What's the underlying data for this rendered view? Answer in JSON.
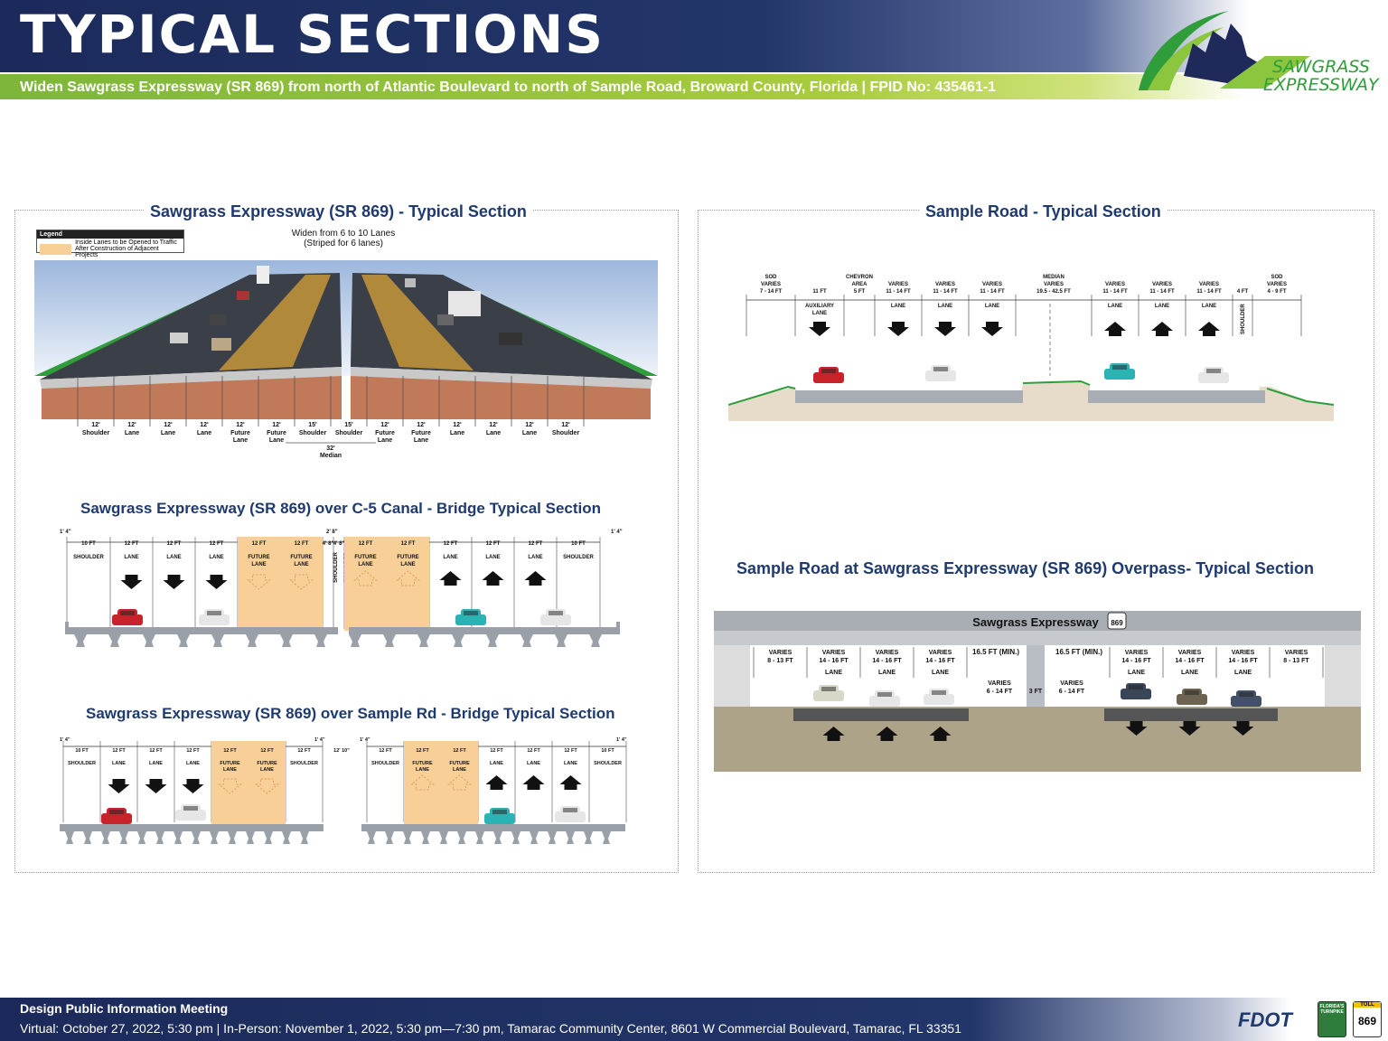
{
  "header": {
    "title": "TYPICAL SECTIONS",
    "subtitle": "Widen Sawgrass Expressway (SR 869) from north of Atlantic Boulevard to north of Sample Road, Broward County, Florida | FPID No: 435461-1",
    "logo_text_1": "SAWGRASS",
    "logo_text_2": "EXPRESSWAY"
  },
  "left_panel": {
    "title": "Sawgrass Expressway (SR 869) - Typical Section",
    "legend_header": "Legend",
    "legend_item_1": "Inside Lanes to be Opened to Traffic",
    "legend_item_2": "After Construction of Adjacent Projects",
    "widen_note_1": "Widen from 6 to 10 Lanes",
    "widen_note_2": "(Striped for 6 lanes)",
    "main_labels": [
      {
        "w": "12'",
        "t": "Shoulder",
        "t2": ""
      },
      {
        "w": "12'",
        "t": "Lane",
        "t2": ""
      },
      {
        "w": "12'",
        "t": "Lane",
        "t2": ""
      },
      {
        "w": "12'",
        "t": "Lane",
        "t2": ""
      },
      {
        "w": "12'",
        "t": "Future",
        "t2": "Lane"
      },
      {
        "w": "12'",
        "t": "Future",
        "t2": "Lane"
      },
      {
        "w": "15'",
        "t": "Shoulder",
        "t2": ""
      },
      {
        "w": "15'",
        "t": "Shoulder",
        "t2": ""
      },
      {
        "w": "12'",
        "t": "Future",
        "t2": "Lane"
      },
      {
        "w": "12'",
        "t": "Future",
        "t2": "Lane"
      },
      {
        "w": "12'",
        "t": "Lane",
        "t2": ""
      },
      {
        "w": "12'",
        "t": "Lane",
        "t2": ""
      },
      {
        "w": "12'",
        "t": "Lane",
        "t2": ""
      },
      {
        "w": "12'",
        "t": "Shoulder",
        "t2": ""
      }
    ],
    "median_width": "32'",
    "median_label": "Median",
    "bridge1_title": "Sawgrass Expressway (SR 869) over C-5 Canal - Bridge Typical Section",
    "bridge1_labels": [
      {
        "w": "10 FT",
        "t": "SHOULDER",
        "f": false
      },
      {
        "w": "12 FT",
        "t": "LANE",
        "f": false
      },
      {
        "w": "12 FT",
        "t": "LANE",
        "f": false
      },
      {
        "w": "12 FT",
        "t": "LANE",
        "f": false
      },
      {
        "w": "12 FT",
        "t": "FUTURE LANE",
        "f": true
      },
      {
        "w": "12 FT",
        "t": "FUTURE LANE",
        "f": true
      },
      {
        "w": "4' 8\"",
        "t": "SHOULDER",
        "f": false
      },
      {
        "w": "4' 8\"",
        "t": "SHOULDER",
        "f": false
      },
      {
        "w": "12 FT",
        "t": "FUTURE LANE",
        "f": true
      },
      {
        "w": "12 FT",
        "t": "FUTURE LANE",
        "f": true
      },
      {
        "w": "12 FT",
        "t": "LANE",
        "f": false
      },
      {
        "w": "12 FT",
        "t": "LANE",
        "f": false
      },
      {
        "w": "12 FT",
        "t": "LANE",
        "f": false
      },
      {
        "w": "10 FT",
        "t": "SHOULDER",
        "f": false
      }
    ],
    "bridge1_edge": "1' 4\"",
    "bridge1_gap": "2' 8\"",
    "bridge2_title": "Sawgrass Expressway (SR 869) over Sample Rd - Bridge Typical Section",
    "bridge2_labels_left": [
      {
        "w": "10 FT",
        "t": "SHOULDER",
        "f": false
      },
      {
        "w": "12 FT",
        "t": "LANE",
        "f": false
      },
      {
        "w": "12 FT",
        "t": "LANE",
        "f": false
      },
      {
        "w": "12 FT",
        "t": "LANE",
        "f": false
      },
      {
        "w": "12 FT",
        "t": "FUTURE LANE",
        "f": true
      },
      {
        "w": "12 FT",
        "t": "FUTURE LANE",
        "f": true
      },
      {
        "w": "12 FT",
        "t": "SHOULDER",
        "f": false
      }
    ],
    "bridge2_labels_right": [
      {
        "w": "12 FT",
        "t": "SHOULDER",
        "f": false
      },
      {
        "w": "12 FT",
        "t": "FUTURE LANE",
        "f": true
      },
      {
        "w": "12 FT",
        "t": "FUTURE LANE",
        "f": true
      },
      {
        "w": "12 FT",
        "t": "LANE",
        "f": false
      },
      {
        "w": "12 FT",
        "t": "LANE",
        "f": false
      },
      {
        "w": "12 FT",
        "t": "LANE",
        "f": false
      },
      {
        "w": "10 FT",
        "t": "SHOULDER",
        "f": false
      }
    ],
    "bridge2_edge": "1' 4\"",
    "bridge2_gap": "12' 10\""
  },
  "right_panel": {
    "title": "Sample Road - Typical Section",
    "sample_labels": [
      {
        "l1": "SOD",
        "l2": "VARIES",
        "l3": "7 - 14 FT",
        "t": "",
        "dir": ""
      },
      {
        "l1": "",
        "l2": "",
        "l3": "11 FT",
        "t": "AUXILIARY LANE",
        "dir": "down"
      },
      {
        "l1": "CHEVRON",
        "l2": "AREA",
        "l3": "5 FT",
        "t": "",
        "dir": ""
      },
      {
        "l1": "",
        "l2": "VARIES",
        "l3": "11 - 14 FT",
        "t": "LANE",
        "dir": "down"
      },
      {
        "l1": "",
        "l2": "VARIES",
        "l3": "11 - 14 FT",
        "t": "LANE",
        "dir": "down"
      },
      {
        "l1": "",
        "l2": "VARIES",
        "l3": "11 - 14 FT",
        "t": "LANE",
        "dir": "down"
      },
      {
        "l1": "MEDIAN",
        "l2": "VARIES",
        "l3": "19.5 - 42.5 FT",
        "t": "",
        "dir": ""
      },
      {
        "l1": "",
        "l2": "VARIES",
        "l3": "11 - 14 FT",
        "t": "LANE",
        "dir": "up"
      },
      {
        "l1": "",
        "l2": "VARIES",
        "l3": "11 - 14 FT",
        "t": "LANE",
        "dir": "up"
      },
      {
        "l1": "",
        "l2": "VARIES",
        "l3": "11 - 14 FT",
        "t": "LANE",
        "dir": "up"
      },
      {
        "l1": "",
        "l2": "",
        "l3": "4 FT",
        "t": "SHOULDER",
        "dir": ""
      },
      {
        "l1": "SOD",
        "l2": "VARIES",
        "l3": "4 - 9 FT",
        "t": "",
        "dir": ""
      }
    ],
    "overpass_title": "Sample Road at Sawgrass Expressway (SR 869) Overpass- Typical Section",
    "overpass_sign": "Sawgrass Expressway",
    "overpass_shield": "869",
    "overpass_left": [
      {
        "l1": "VARIES",
        "l2": "8 - 13 FT",
        "t": ""
      },
      {
        "l1": "VARIES",
        "l2": "14 - 16 FT",
        "t": "LANE"
      },
      {
        "l1": "VARIES",
        "l2": "14 - 16 FT",
        "t": "LANE"
      },
      {
        "l1": "VARIES",
        "l2": "14 - 16 FT",
        "t": "LANE"
      }
    ],
    "overpass_right": [
      {
        "l1": "VARIES",
        "l2": "14 - 16 FT",
        "t": "LANE"
      },
      {
        "l1": "VARIES",
        "l2": "14 - 16 FT",
        "t": "LANE"
      },
      {
        "l1": "VARIES",
        "l2": "14 - 16 FT",
        "t": "LANE"
      },
      {
        "l1": "VARIES",
        "l2": "8 - 13 FT",
        "t": ""
      }
    ],
    "clearance_1": "16.5 FT (MIN.)",
    "clearance_2": "16.5 FT (MIN.)",
    "median_left_1": "VARIES",
    "median_left_2": "6 - 14 FT",
    "median_right_1": "VARIES",
    "median_right_2": "6 - 14 FT",
    "pier": "3 FT"
  },
  "footer": {
    "line1": "Design Public Information Meeting",
    "line2": "Virtual: October 27, 2022, 5:30 pm | In-Person: November 1, 2022, 5:30 pm—7:30 pm, Tamarac Community Center, 8601 W Commercial Boulevard, Tamarac, FL 33351",
    "fdot": "FDOT",
    "badge1": "FLORIDA'S TURNPIKE",
    "badge2_top": "TOLL",
    "badge2_num": "869"
  },
  "colors": {
    "navy": "#1f3a6e",
    "future": "#f7cf97",
    "grass": "#2f9e3a",
    "asphalt": "#3b3f48",
    "gray": "#9aa0a8"
  }
}
